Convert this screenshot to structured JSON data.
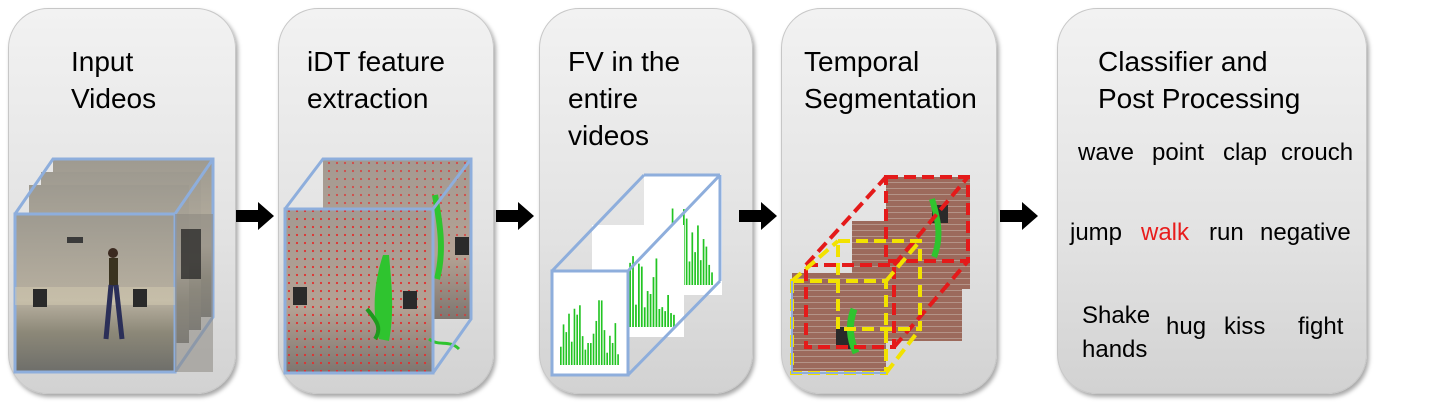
{
  "panels": [
    {
      "title_lines": [
        "Input",
        "Videos"
      ]
    },
    {
      "title_lines": [
        "iDT feature",
        "extraction"
      ]
    },
    {
      "title_lines": [
        "FV in the",
        "entire",
        "videos"
      ]
    },
    {
      "title_lines": [
        "Temporal",
        "Segmentation"
      ]
    },
    {
      "title_lines": [
        "Classifier and",
        "Post Processing"
      ]
    }
  ],
  "classes": [
    [
      "wave",
      "point",
      "clap",
      "crouch"
    ],
    [
      "jump",
      "walk",
      "run",
      "negative"
    ],
    [
      "Shake hands",
      "hug",
      "kiss",
      "fight"
    ]
  ],
  "highlighted_class": "walk",
  "colors": {
    "cube_edge": "#8eaedc",
    "red_dashed": "#e41a1a",
    "yellow_dashed": "#f2e200",
    "histogram": "#22c422",
    "highlight_text": "#e81c1c",
    "arrow": "#000000"
  }
}
